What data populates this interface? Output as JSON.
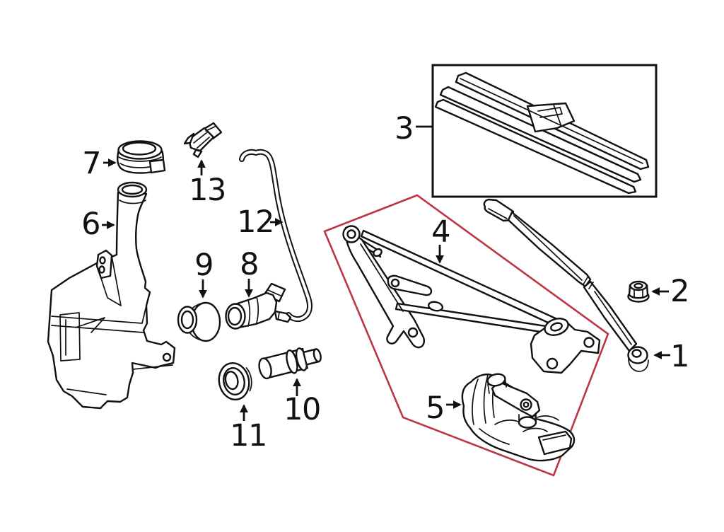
{
  "diagram": {
    "type": "parts-diagram",
    "background_color": "#ffffff",
    "line_color": "#111111",
    "highlight_color": "#bb3642",
    "callouts": [
      {
        "number": "1",
        "part": "wiper-arm"
      },
      {
        "number": "2",
        "part": "wiper-arm-nut"
      },
      {
        "number": "3",
        "part": "wiper-blade"
      },
      {
        "number": "4",
        "part": "wiper-linkage"
      },
      {
        "number": "5",
        "part": "wiper-motor"
      },
      {
        "number": "6",
        "part": "washer-reservoir"
      },
      {
        "number": "7",
        "part": "reservoir-cap"
      },
      {
        "number": "8",
        "part": "washer-pump"
      },
      {
        "number": "9",
        "part": "pump-grommet"
      },
      {
        "number": "10",
        "part": "washer-filter"
      },
      {
        "number": "11",
        "part": "reservoir-grommet"
      },
      {
        "number": "12",
        "part": "washer-hose"
      },
      {
        "number": "13",
        "part": "level-sensor"
      }
    ]
  }
}
